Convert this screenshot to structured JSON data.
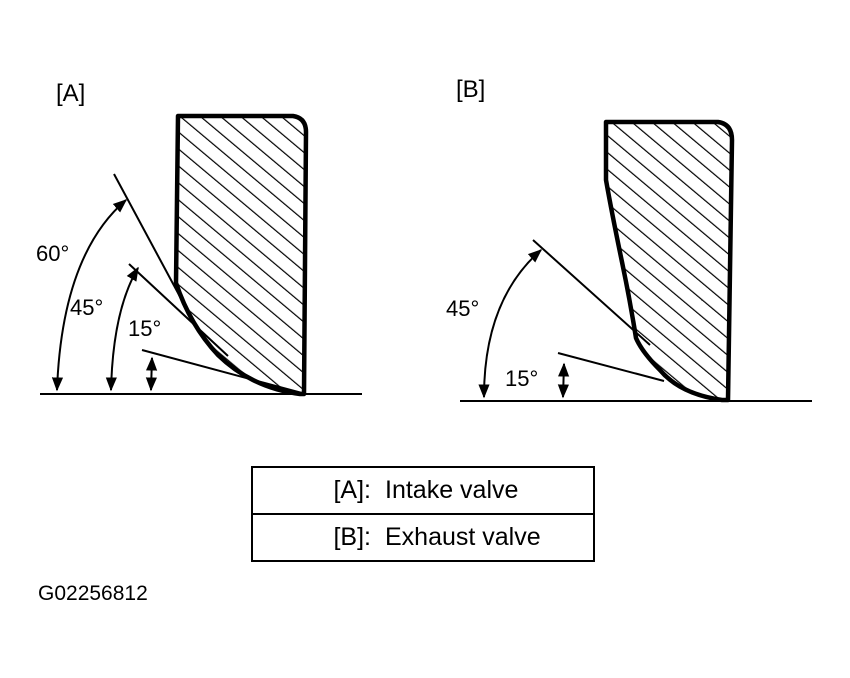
{
  "panels": {
    "a": {
      "label": "[A]",
      "angles": [
        "60°",
        "45°",
        "15°"
      ]
    },
    "b": {
      "label": "[B]",
      "angles": [
        "45°",
        "15°"
      ]
    }
  },
  "legend": [
    {
      "key": "[A]:",
      "value": "Intake valve"
    },
    {
      "key": "[B]:",
      "value": "Exhaust valve"
    }
  ],
  "figure_id": "G02256812"
}
